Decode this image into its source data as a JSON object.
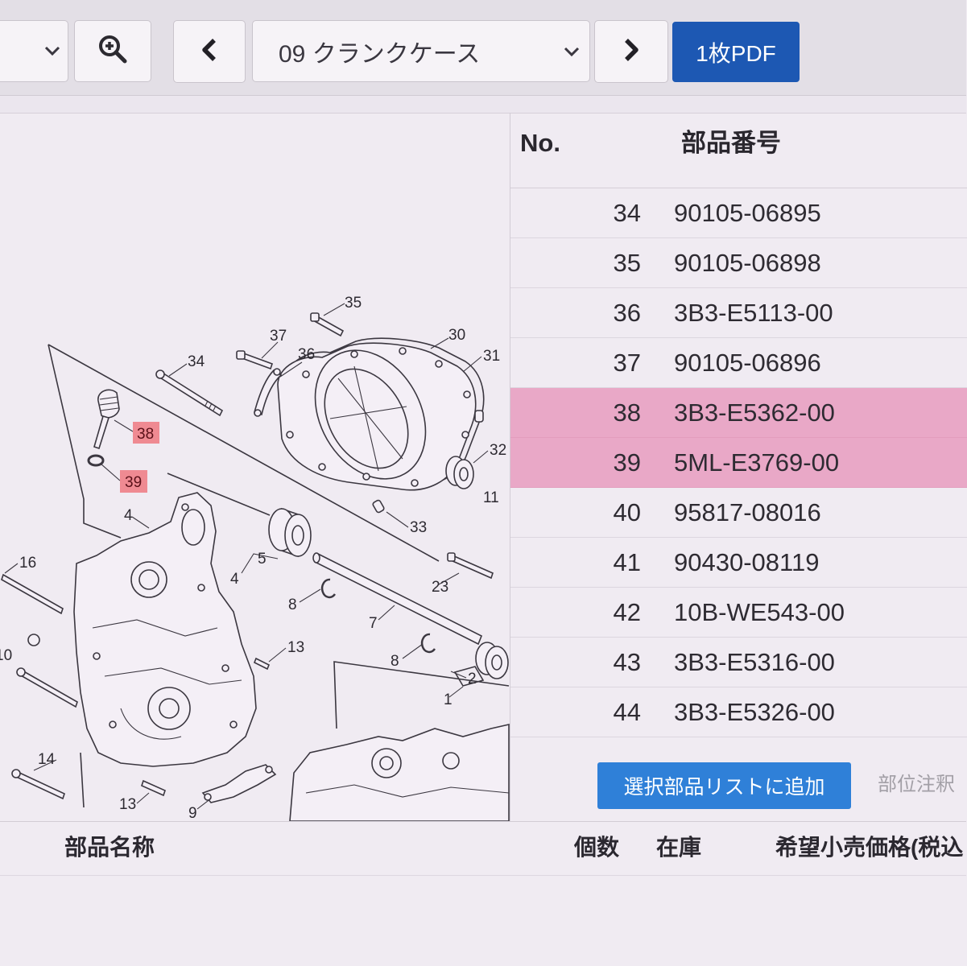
{
  "toolbar": {
    "left_select": {
      "icon": "chevron-down-icon"
    },
    "zoom_button": {
      "icon": "zoom-in-icon"
    },
    "prev_button": {
      "icon": "chevron-left-icon"
    },
    "section_select": {
      "value": "09 クランクケース",
      "icon": "chevron-down-icon"
    },
    "next_button": {
      "icon": "chevron-right-icon"
    },
    "pdf_button": {
      "label": "1枚PDF"
    }
  },
  "diagram": {
    "callouts": [
      {
        "label": "35",
        "highlighted": false
      },
      {
        "label": "37",
        "highlighted": false
      },
      {
        "label": "36",
        "highlighted": false
      },
      {
        "label": "30",
        "highlighted": false
      },
      {
        "label": "31",
        "highlighted": false
      },
      {
        "label": "34",
        "highlighted": false
      },
      {
        "label": "38",
        "highlighted": true
      },
      {
        "label": "39",
        "highlighted": true
      },
      {
        "label": "32",
        "highlighted": false
      },
      {
        "label": "11",
        "highlighted": false
      },
      {
        "label": "4",
        "highlighted": false
      },
      {
        "label": "5",
        "highlighted": false
      },
      {
        "label": "4",
        "highlighted": false
      },
      {
        "label": "33",
        "highlighted": false
      },
      {
        "label": "23",
        "highlighted": false
      },
      {
        "label": "16",
        "highlighted": false
      },
      {
        "label": "8",
        "highlighted": false
      },
      {
        "label": "7",
        "highlighted": false
      },
      {
        "label": "13",
        "highlighted": false
      },
      {
        "label": "8",
        "highlighted": false
      },
      {
        "label": "2",
        "highlighted": false
      },
      {
        "label": "1",
        "highlighted": false
      },
      {
        "label": "10",
        "highlighted": false
      },
      {
        "label": "14",
        "highlighted": false
      },
      {
        "label": "13",
        "highlighted": false
      },
      {
        "label": "9",
        "highlighted": false
      }
    ]
  },
  "parts_table": {
    "columns": {
      "no": "No.",
      "part_number": "部品番号"
    },
    "rows": [
      {
        "no": "34",
        "part_number": "90105-06895",
        "selected": false
      },
      {
        "no": "35",
        "part_number": "90105-06898",
        "selected": false
      },
      {
        "no": "36",
        "part_number": "3B3-E5113-00",
        "selected": false
      },
      {
        "no": "37",
        "part_number": "90105-06896",
        "selected": false
      },
      {
        "no": "38",
        "part_number": "3B3-E5362-00",
        "selected": true
      },
      {
        "no": "39",
        "part_number": "5ML-E3769-00",
        "selected": true
      },
      {
        "no": "40",
        "part_number": "95817-08016",
        "selected": false
      },
      {
        "no": "41",
        "part_number": "90430-08119",
        "selected": false
      },
      {
        "no": "42",
        "part_number": "10B-WE543-00",
        "selected": false
      },
      {
        "no": "43",
        "part_number": "3B3-E5316-00",
        "selected": false
      },
      {
        "no": "44",
        "part_number": "3B3-E5326-00",
        "selected": false
      }
    ]
  },
  "actions": {
    "add_to_list_button": "選択部品リストに追加",
    "annotation_tab": "部位注釈"
  },
  "details_header": {
    "part_name": "部品名称",
    "quantity": "個数",
    "stock": "在庫",
    "price": "希望小売価格(税込"
  },
  "colors": {
    "pdf_button": "#1d58b3",
    "add_button": "#2f80d8",
    "selected_row": "#e9a8c7",
    "callout_highlight": "#ef8a92"
  }
}
